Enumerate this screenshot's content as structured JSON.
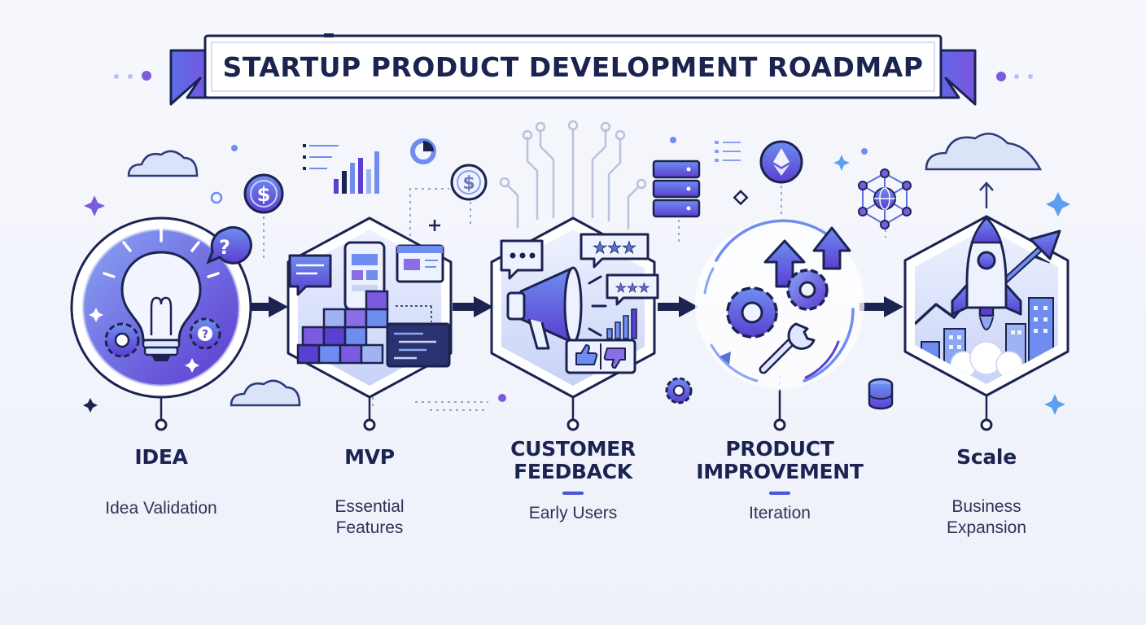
{
  "title": "STARTUP PRODUCT DEVELOPMENT ROADMAP",
  "stages": [
    {
      "title_lines": [
        "IDEA"
      ],
      "subtitle_lines": [
        "Idea Validation"
      ],
      "icon": "lightbulb-icon"
    },
    {
      "title_lines": [
        "MVP"
      ],
      "subtitle_lines": [
        "Essential",
        "Features"
      ],
      "icon": "mvp-build-icon"
    },
    {
      "title_lines": [
        "CUSTOMER",
        "FEEDBACK"
      ],
      "subtitle_lines": [
        "Early Users"
      ],
      "icon": "megaphone-icon"
    },
    {
      "title_lines": [
        "PRODUCT",
        "IMPROVEMENT"
      ],
      "subtitle_lines": [
        "Iteration"
      ],
      "icon": "gears-icon"
    },
    {
      "title_lines": [
        "Scale"
      ],
      "subtitle_lines": [
        "Business",
        "Expansion"
      ],
      "icon": "rocket-icon"
    }
  ],
  "decor": {
    "coin_symbol": "$",
    "rating_stars": "★★★"
  },
  "colors": {
    "navy": "#1b2350",
    "accent": "#4b55d8",
    "violet": "#7b5ce0",
    "light": "#c9d3f6"
  }
}
